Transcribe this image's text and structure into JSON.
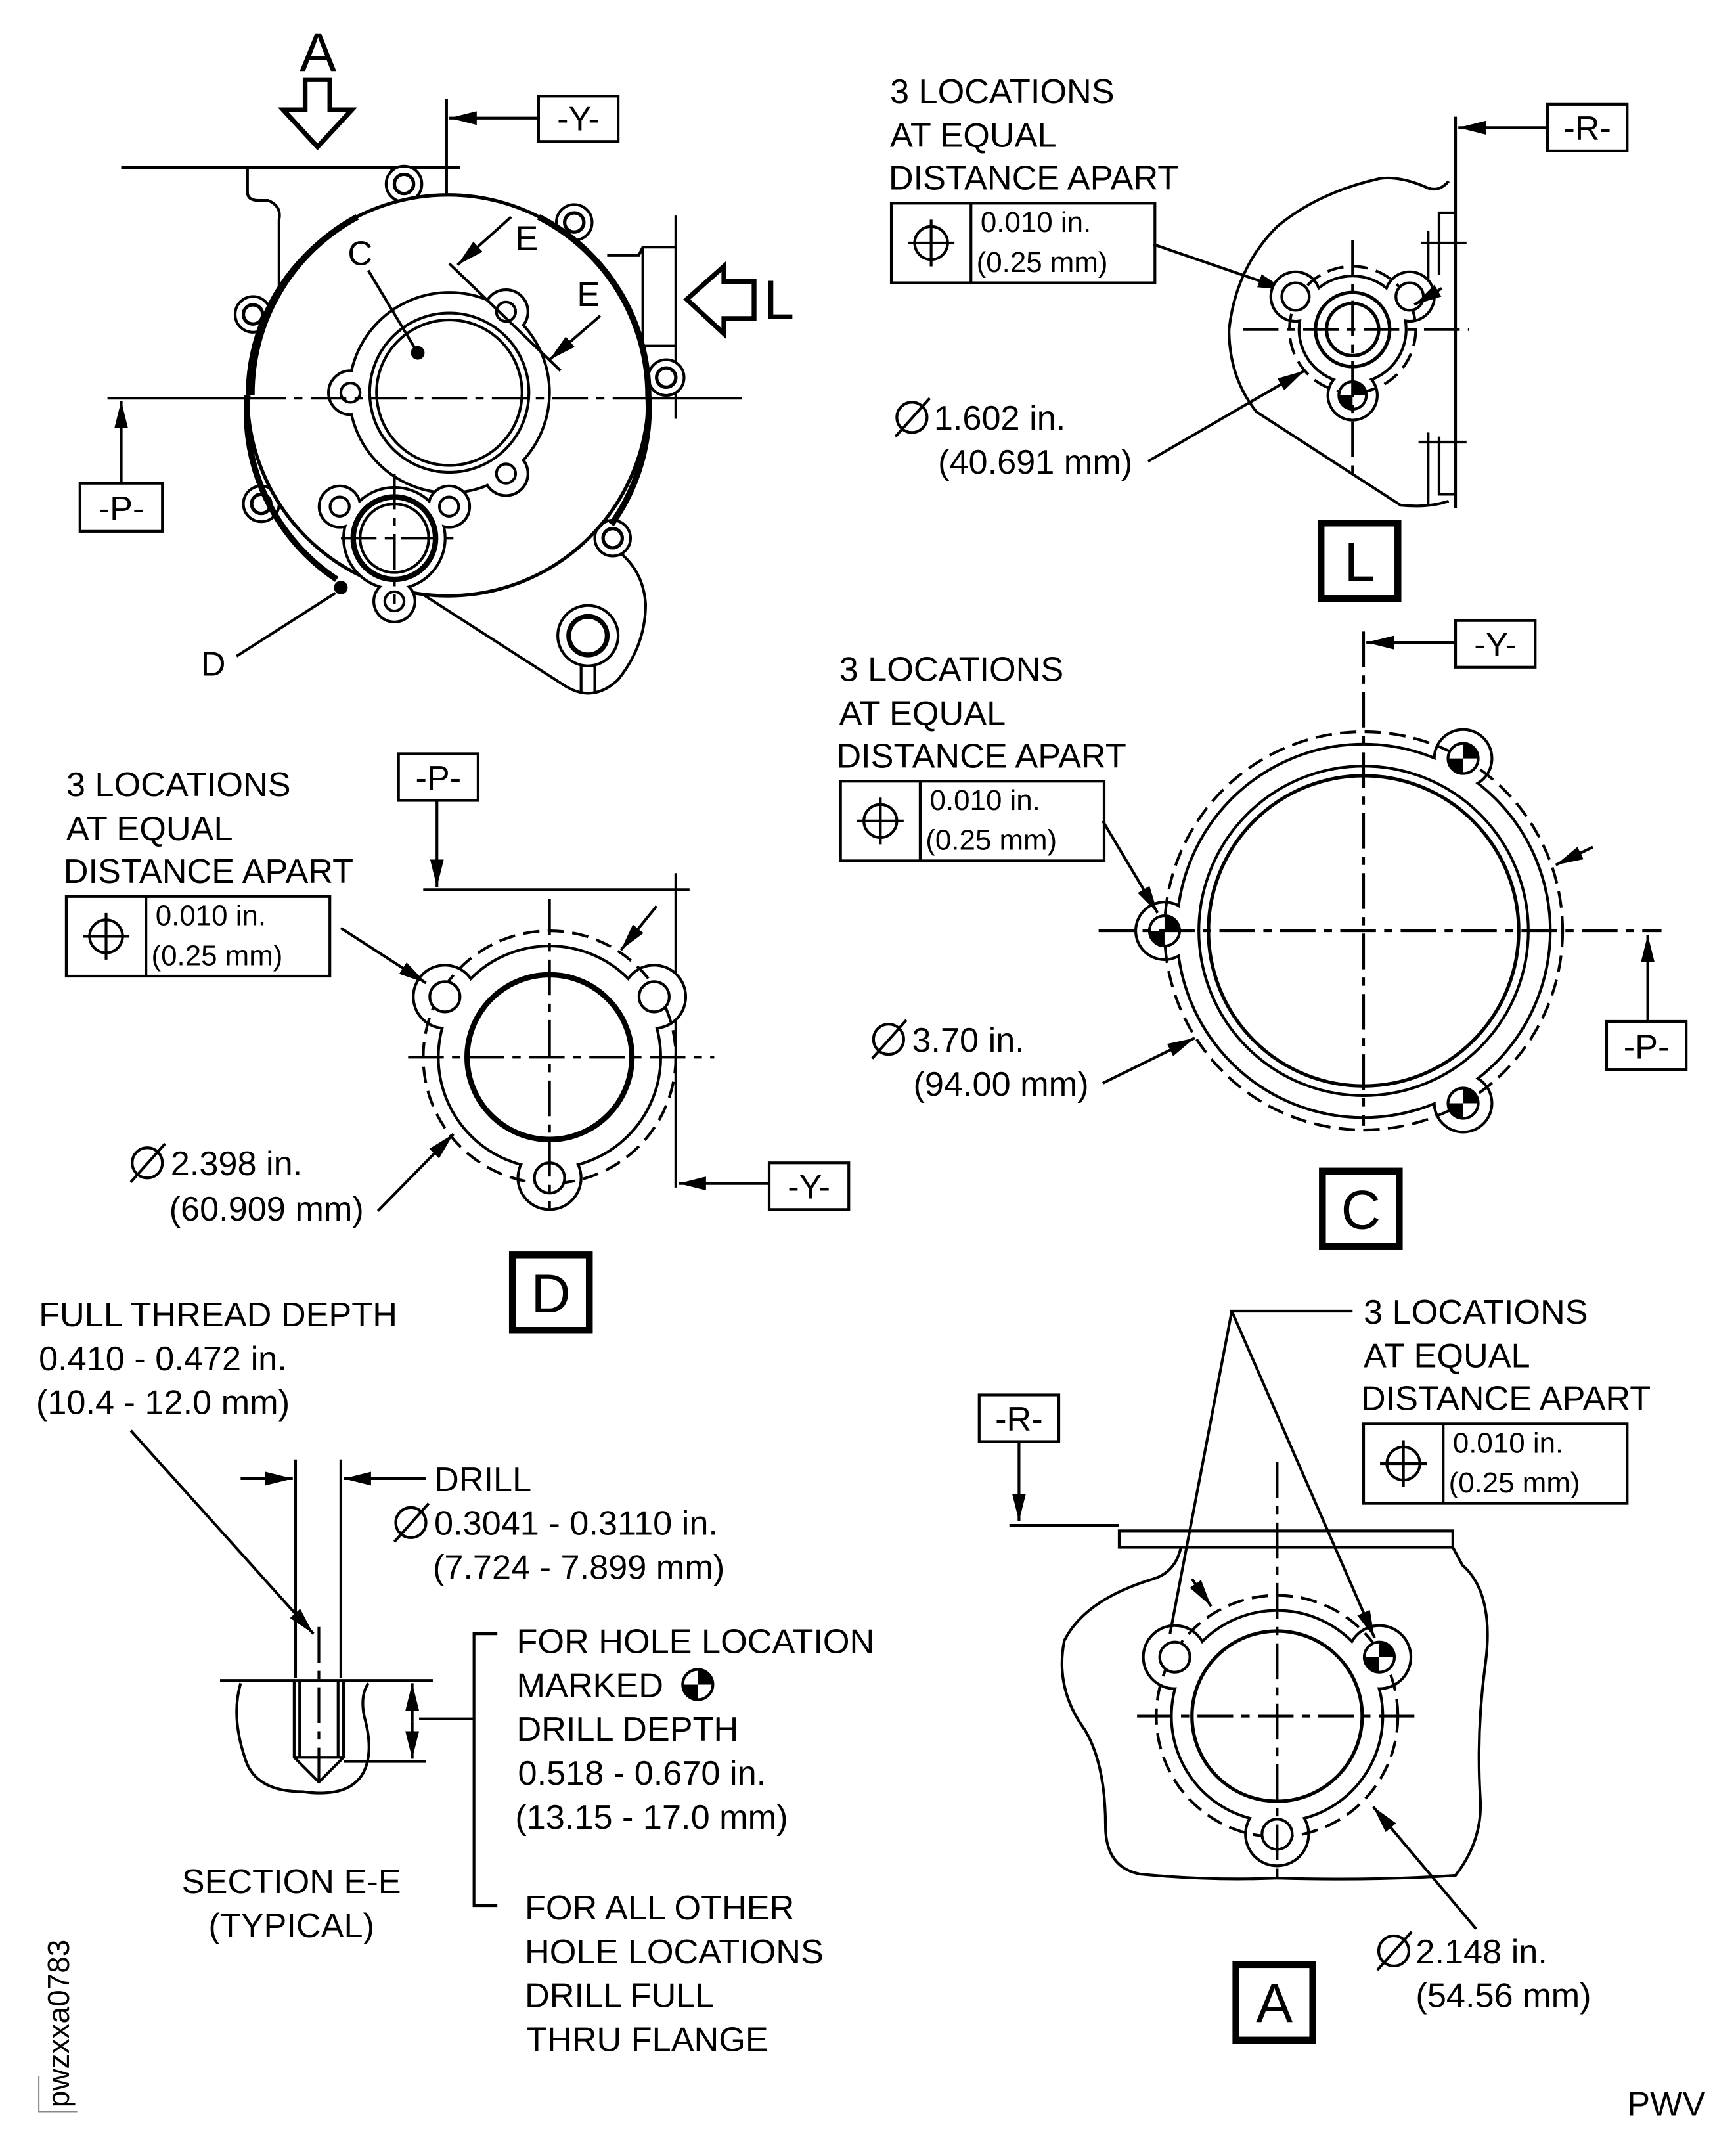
{
  "drawing_id": "pwzxxa0783",
  "corner_code": "PWV",
  "datums": {
    "Y": "-Y-",
    "P": "-P-",
    "R": "-R-"
  },
  "main_view": {
    "view_arrow_a": "A",
    "view_arrow_l": "L",
    "label_c": "C",
    "label_d": "D",
    "label_e1": "E",
    "label_e2": "E"
  },
  "fcf": {
    "symbol": "position-icon",
    "tol_in": "0.010 in.",
    "tol_mm": "(0.25 mm)"
  },
  "note_3loc": [
    "3 LOCATIONS",
    "AT EQUAL",
    "DISTANCE APART"
  ],
  "view_l": {
    "label": "L",
    "dia_in": "1.602 in.",
    "dia_mm": "(40.691 mm)"
  },
  "view_c": {
    "label": "C",
    "dia_in": "3.70 in.",
    "dia_mm": "(94.00 mm)"
  },
  "view_d": {
    "label": "D",
    "dia_in": "2.398 in.",
    "dia_mm": "(60.909 mm)"
  },
  "view_a": {
    "label": "A",
    "dia_in": "2.148 in.",
    "dia_mm": "(54.56 mm)"
  },
  "section_ee": {
    "thread_note": [
      "FULL THREAD DEPTH",
      "0.410 - 0.472 in.",
      "(10.4 - 12.0 mm)"
    ],
    "drill_label": "DRILL",
    "drill_in": "0.3041 - 0.3110 in.",
    "drill_mm": "(7.724 - 7.899 mm)",
    "marked_note": [
      "FOR HOLE LOCATION",
      "MARKED",
      "DRILL DEPTH",
      "0.518 - 0.670 in.",
      "(13.15 - 17.0 mm)"
    ],
    "other_note": [
      "FOR ALL OTHER",
      "HOLE LOCATIONS",
      "DRILL FULL",
      "THRU FLANGE"
    ],
    "title": "SECTION E-E",
    "subtitle": "(TYPICAL)"
  }
}
